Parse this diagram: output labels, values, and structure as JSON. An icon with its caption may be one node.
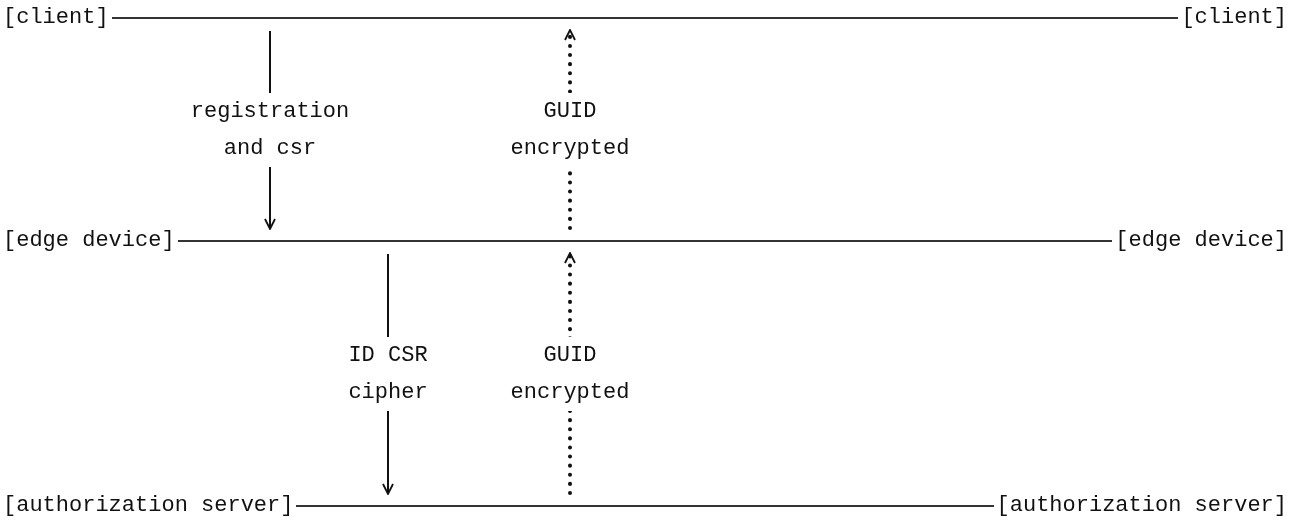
{
  "diagram": {
    "nodes": [
      {
        "text": [
          "[client]",
          "[client]"
        ]
      },
      {
        "text": [
          "[edge device]",
          "[edge device]"
        ]
      },
      {
        "text": [
          "[authorization server]",
          "[authorization server]"
        ]
      }
    ],
    "edges": [
      {
        "from": 0,
        "to": 1,
        "arrow": "to",
        "label": "registration and csr"
      },
      {
        "from": 1,
        "to": 0,
        "arrow": "to",
        "label": "GUID encrypted",
        "style": "dashed"
      },
      {
        "from": 1,
        "to": 2,
        "arrow": "to",
        "label": "ID CSR cipher"
      },
      {
        "from": 2,
        "to": 1,
        "arrow": "to",
        "label": "GUID encrypted",
        "style": "dashed"
      }
    ]
  }
}
